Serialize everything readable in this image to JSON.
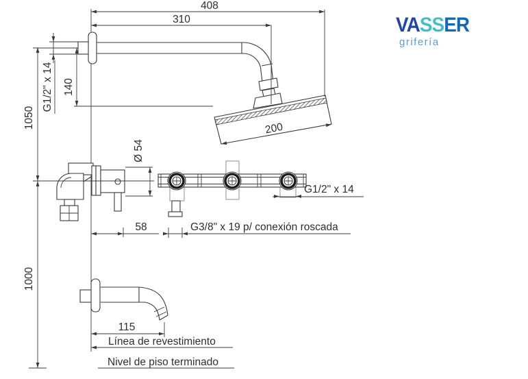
{
  "brand": {
    "part1": "VA",
    "part2": "SS",
    "part3": "ER",
    "tagline": "grifería",
    "colors": {
      "dark_blue": "#23489B",
      "teal": "#4BBCC6",
      "blue": "#1568B4",
      "light_blue": "#5E9CD3"
    }
  },
  "dims": {
    "overall_width": "408",
    "arm_length": "310",
    "head_width": "200",
    "arm_drop": "140",
    "height_upper": "1050",
    "height_lower": "1000",
    "spout_length": "115",
    "body_depth": "58",
    "escutcheon_diameter": "Ø 54",
    "arm_thread": "G1/2\" x 14",
    "valve_thread": "G1/2\" x 14",
    "inlet_thread": "G3/8\" x 19 p/ conexión roscada"
  },
  "labels": {
    "revestimiento": "Línea de revestimiento",
    "piso": "Nivel de piso terminado"
  },
  "drawing_colors": {
    "line": "#3a3a3a",
    "text": "#2e2e2e"
  }
}
